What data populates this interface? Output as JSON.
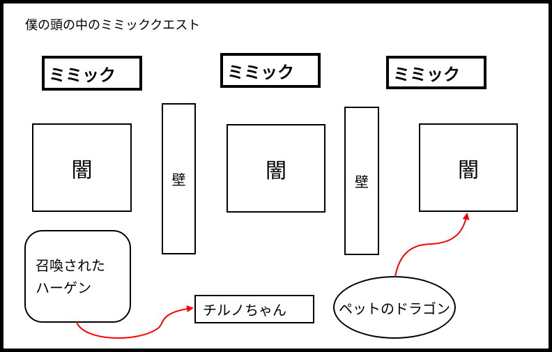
{
  "title": "僕の頭の中のミミッククエスト",
  "mimics": [
    "ミミック",
    "ミミック",
    "ミミック"
  ],
  "darks": [
    "闇",
    "闇",
    "闇"
  ],
  "walls": [
    "壁",
    "壁"
  ],
  "summoned": {
    "line1": "召喚された",
    "line2": "ハーゲン"
  },
  "cirno": "チルノちゃん",
  "dragon": "ペットのドラゴン",
  "colors": {
    "arrow": "#ff0000",
    "stroke": "#000000"
  }
}
